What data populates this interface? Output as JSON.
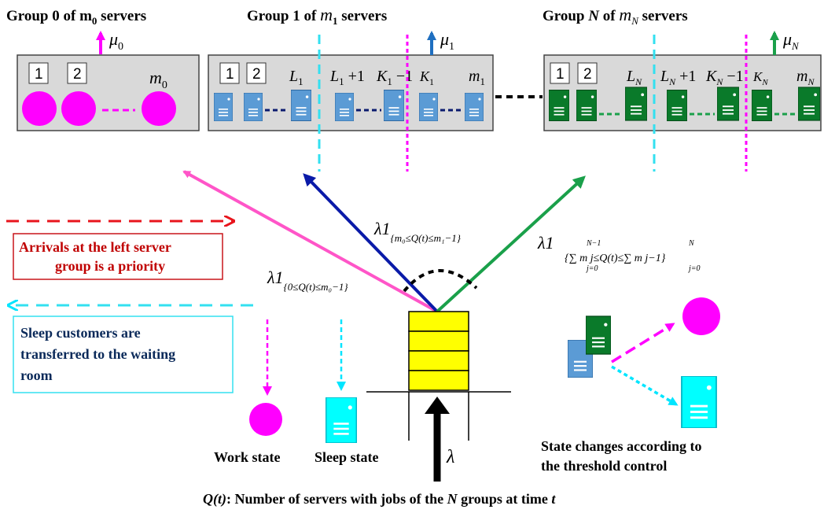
{
  "groups": [
    {
      "title": "Group 0 of  m",
      "sub": "0",
      "tail": " servers",
      "mu": "μ",
      "mu_sub": "0",
      "labels": {
        "one": "1",
        "two": "2",
        "m": "m",
        "m_sub": "0"
      }
    },
    {
      "title": "Group 1 of ",
      "mvar": "m",
      "sub": "1",
      "tail": " servers",
      "mu": "μ",
      "mu_sub": "1",
      "labels": {
        "one": "1",
        "two": "2",
        "L": "L",
        "L_sub": "1",
        "Lp": "L",
        "Lp_sub": "1",
        "Lp_tail": " +1",
        "Km": "K",
        "Km_sub": "1",
        "Km_tail": " −1",
        "K": "K",
        "K_sub": "1",
        "m": "m",
        "m_sub": "1"
      }
    },
    {
      "title": "Group ",
      "nvar": "N",
      "mid": " of  ",
      "mvar": "m",
      "sub": "N",
      "tail": "  servers",
      "mu": "μ",
      "mu_sub": "N",
      "labels": {
        "one": "1",
        "two": "2",
        "L": "L",
        "L_sub": "N",
        "Lp": "L",
        "Lp_sub": "N",
        "Lp_tail": " +1",
        "Km": "K",
        "Km_sub": "N",
        "Km_tail": " −1",
        "K": "K",
        "K_sub": "N",
        "m": "m",
        "m_sub": "N"
      }
    }
  ],
  "rates": {
    "lam0": "λ1",
    "lam0_cond": "{0≤Q(t)≤m₀−1}",
    "lam1": "λ1",
    "lam1_cond": "{m₀≤Q(t)≤m₁−1}",
    "lamN": "λ1",
    "lamN_cond": "{∑ m j≤Q(t)≤∑ m j−1}",
    "lamN_sum1_top": "N−1",
    "lamN_sum1_bot": "j=0",
    "lamN_sum2_top": "N",
    "lamN_sum2_bot": "j=0",
    "arrival": "λ"
  },
  "legend": {
    "priority_line1": "Arrivals at the left server",
    "priority_line2": "group is a priority",
    "sleep_line1": "Sleep customers are",
    "sleep_line2": "transferred to the waiting",
    "sleep_line3": "room"
  },
  "states": {
    "work": "Work state",
    "sleep": "Sleep state",
    "threshold_line1": "State changes according to",
    "threshold_line2": "the threshold control"
  },
  "caption": {
    "q": "Q(t)",
    "text_a": ": Number of servers with jobs of the ",
    "n": "N",
    "text_b": " groups at time ",
    "t": "t"
  },
  "colors": {
    "magenta": "#ff00ff",
    "cyan": "#00ffff",
    "blue_server": "#5b9bd5",
    "green_server": "#0a7a2a",
    "queue_yellow": "#ffff00",
    "pink_arrow": "#ff55c8",
    "navy_arrow": "#0a1aa8",
    "green_arrow": "#1aa04a",
    "red_dash": "#e8141c",
    "box_gray": "#d9d9d9"
  }
}
